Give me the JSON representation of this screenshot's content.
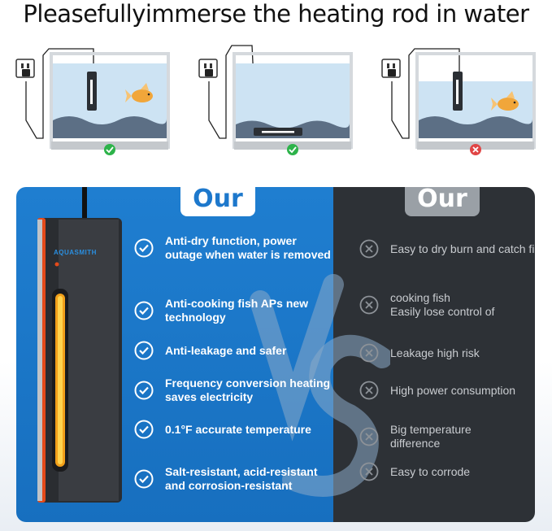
{
  "headline": "Pleasefullyimmerse the heating rod in water",
  "scenes": [
    {
      "status": "correct",
      "status_icon": "check-icon",
      "status_color": "#2db34a"
    },
    {
      "status": "correct",
      "status_icon": "check-icon",
      "status_color": "#2db34a"
    },
    {
      "status": "incorrect",
      "status_icon": "cross-icon",
      "status_color": "#e04545"
    }
  ],
  "comparison": {
    "ours_tab": "Our",
    "theirs_tab": "Our",
    "brand": "AQUASMITH",
    "ours": [
      "Anti-dry function, power outage when water is removed",
      "Anti-cooking fish APs new technology",
      "Anti-leakage and safer",
      "Frequency conversion heating saves electricity",
      "0.1°F accurate temperature",
      "Salt-resistant, acid-resistant and corrosion-resistant"
    ],
    "theirs": [
      "Easy to dry burn and catch fire",
      "cooking fish\nEasily lose control of",
      "Leakage high risk",
      "High power consumption",
      "Big temperature difference",
      "Easy to corrode"
    ],
    "colors": {
      "ours_bg": "#1f7ed0",
      "theirs_bg": "#2d3136",
      "ours_accent": "#ffffff",
      "theirs_tab_bg": "#9aa0a6"
    }
  }
}
